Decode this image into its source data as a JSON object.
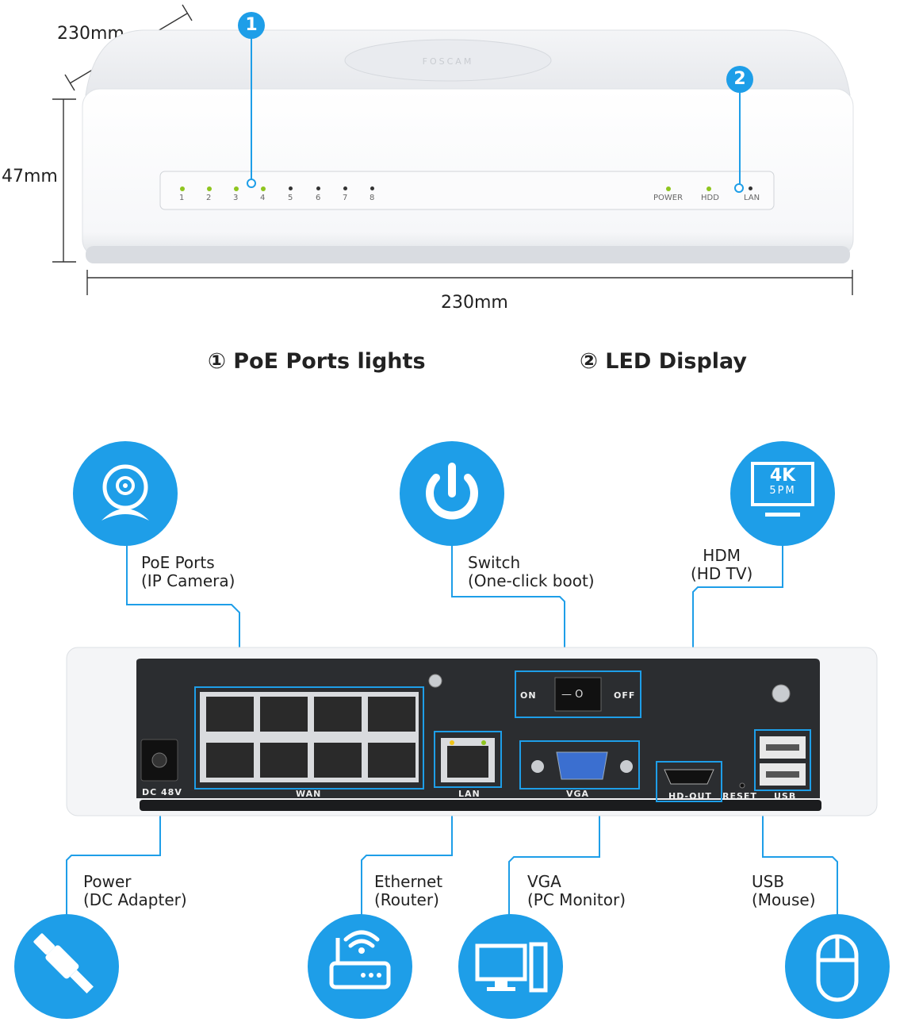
{
  "dimensions": {
    "depth": "230mm",
    "height": "47mm",
    "width": "230mm"
  },
  "front_panel": {
    "brand": "FOSCAM",
    "port_leds": [
      "1",
      "2",
      "3",
      "4",
      "5",
      "6",
      "7",
      "8"
    ],
    "status_leds": [
      "POWER",
      "HDD",
      "LAN"
    ],
    "badge_1": "1",
    "badge_2": "2"
  },
  "legend": {
    "item1": "① PoE Ports lights",
    "item2": "② LED Display"
  },
  "callouts": {
    "poe": "PoE Ports\n(IP Camera)",
    "switch": "Switch\n(One-click boot)",
    "hdmi": "HDM\n(HD TV)",
    "power": "Power\n(DC Adapter)",
    "ethernet": "Ethernet\n(Router)",
    "vga": "VGA\n(PC Monitor)",
    "usb": "USB\n(Mouse)"
  },
  "rear_panel": {
    "dc": "DC 48V",
    "wan": "WAN",
    "lan": "LAN",
    "vga": "VGA",
    "hdout": "HD-OUT",
    "reset": "RESET",
    "usb": "USB",
    "on": "ON",
    "off": "OFF",
    "switch_symbols": "— O"
  },
  "icon_texts": {
    "resolution": "4K",
    "sub": "5PM"
  },
  "colors": {
    "accent": "#1e9ee8",
    "panel": "#2b2d30",
    "led_green": "#8fc51f"
  }
}
